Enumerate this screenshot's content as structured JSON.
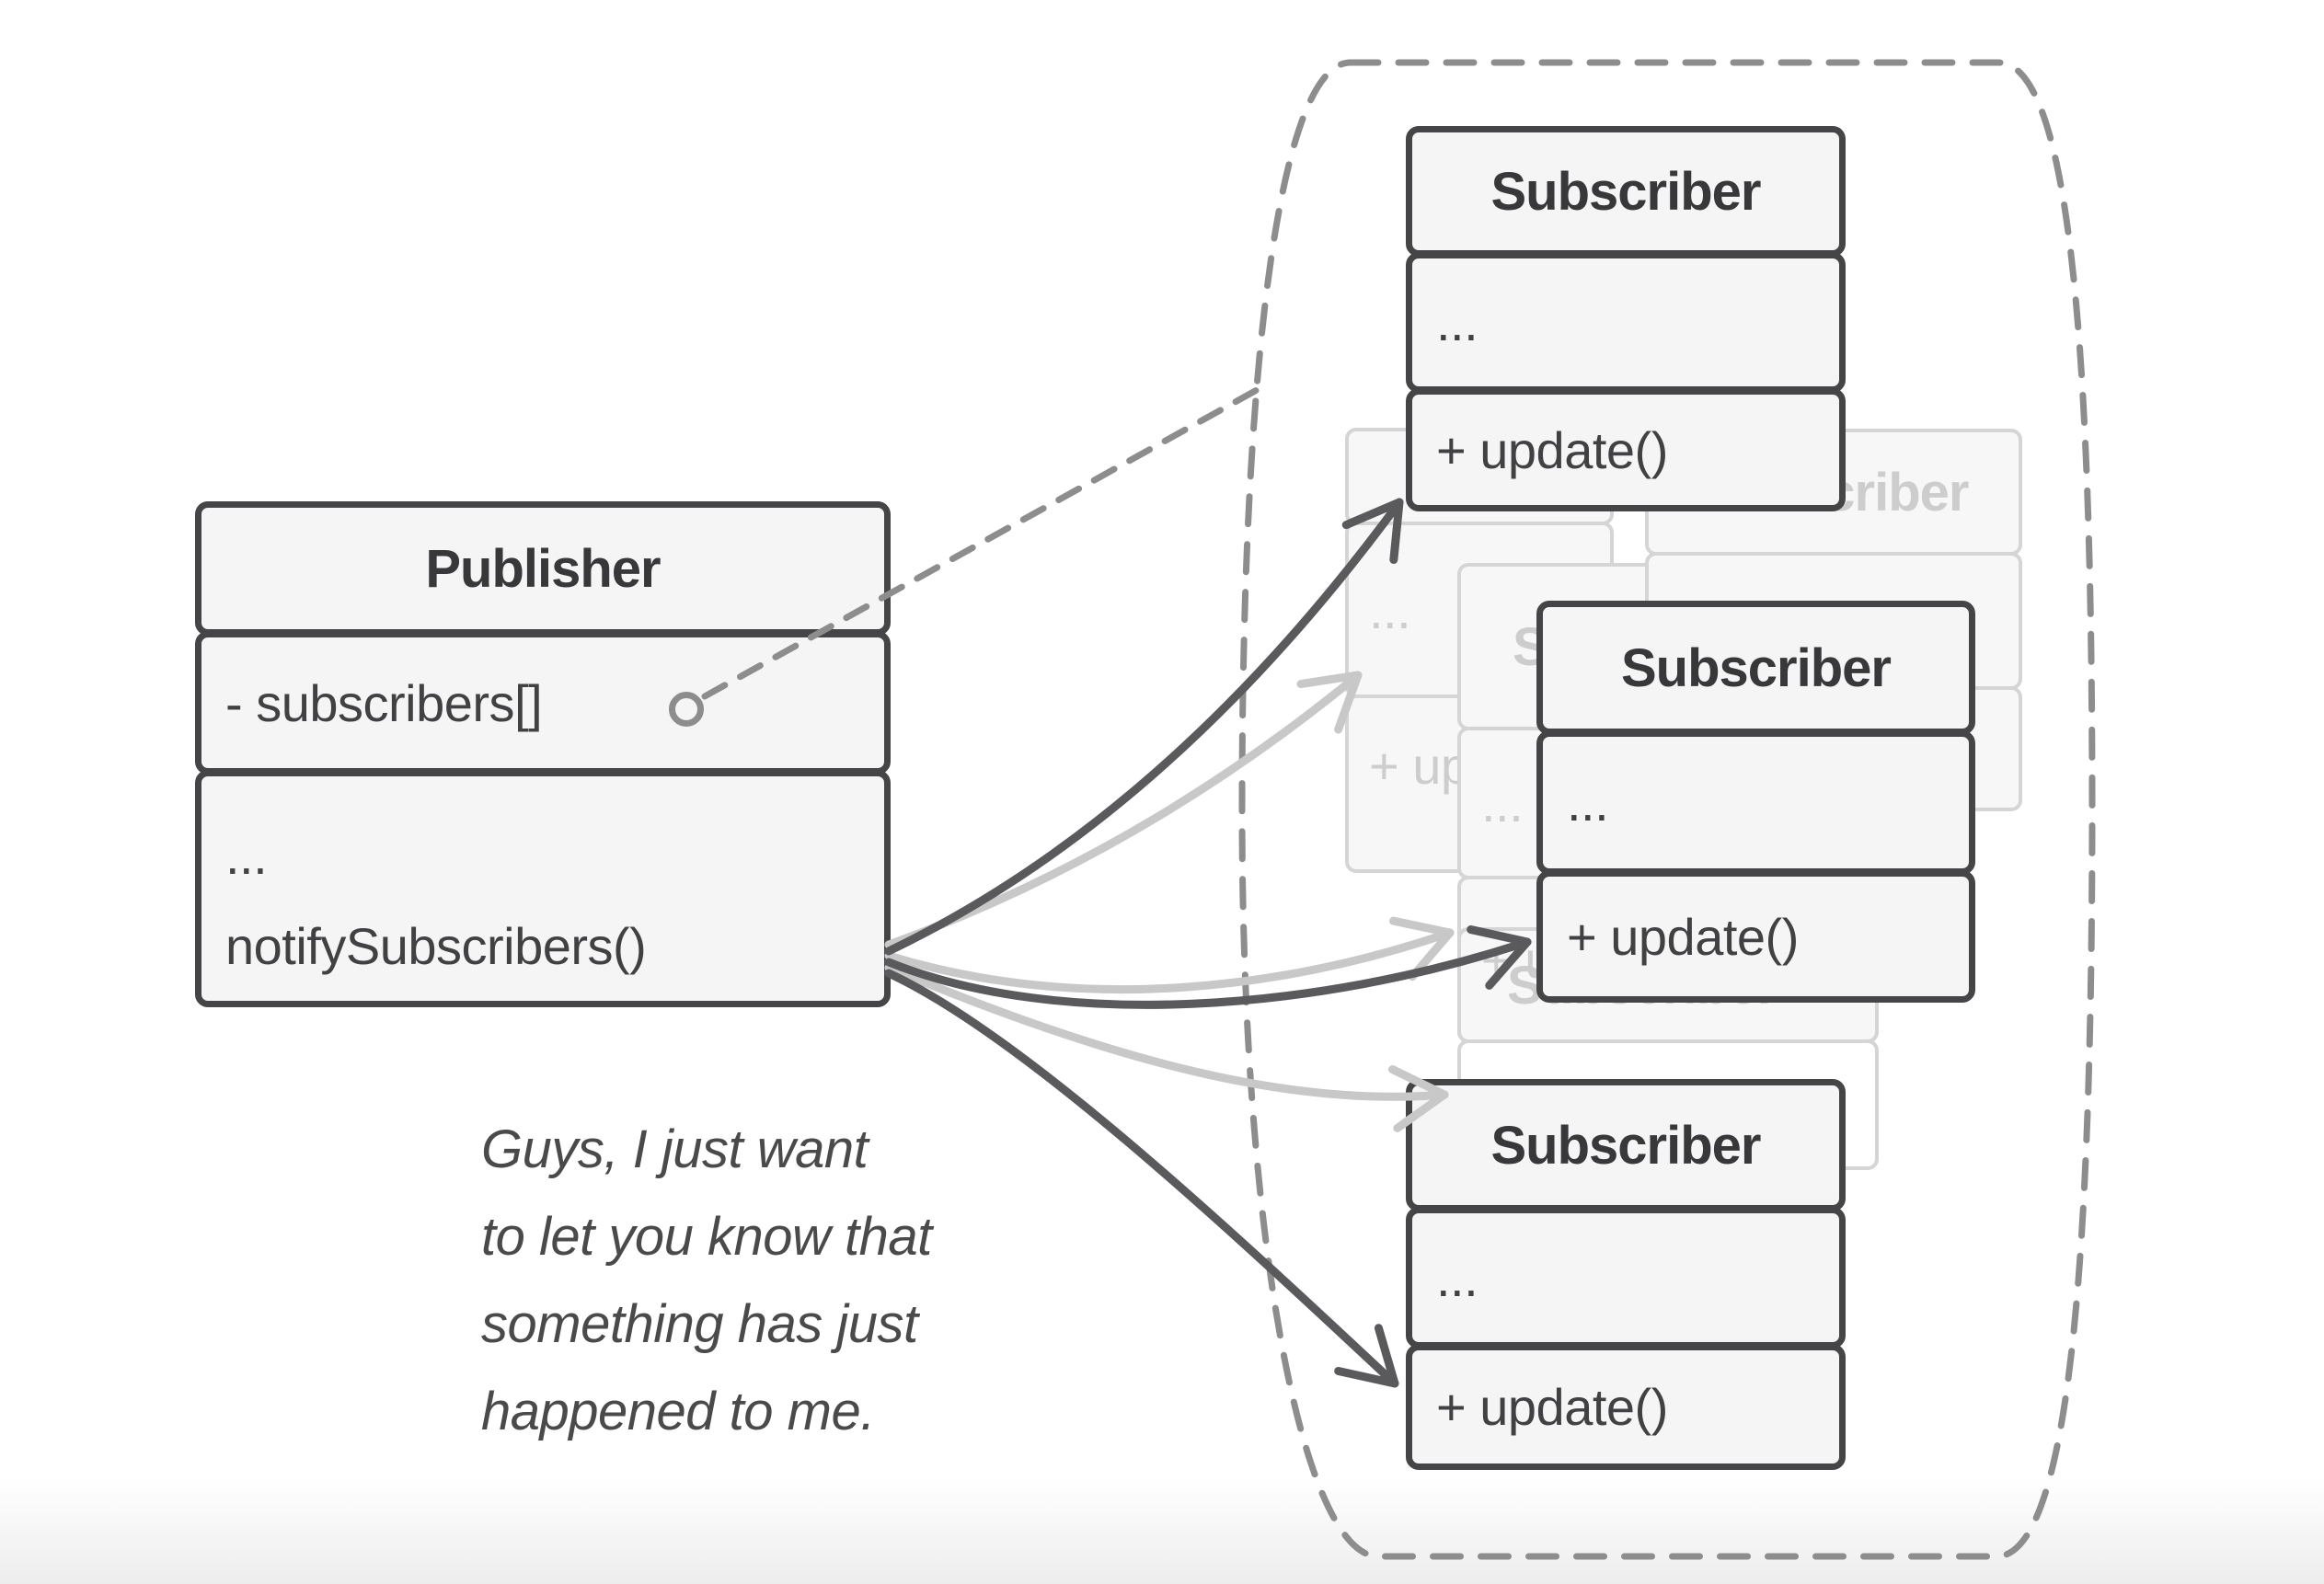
{
  "diagram": {
    "publisher": {
      "title": "Publisher",
      "attribute": "- subscribers[]",
      "method_line1": "...",
      "method_line2": "notifySubscribers()"
    },
    "subscribers": [
      {
        "title": "Subscriber",
        "field": "...",
        "method": "+ update()"
      },
      {
        "title": "Subscriber",
        "field": "...",
        "method": "+ update()"
      },
      {
        "title": "Subscriber",
        "field": "...",
        "method": "+ update()"
      }
    ],
    "ghosts": {
      "a": {
        "title": "Subscriber"
      },
      "b": {
        "field": "...",
        "method": "+ update()"
      },
      "c": {
        "title": "Subscriber",
        "field": "...",
        "method": "+ update()"
      },
      "e": {
        "title": "Subscriber"
      }
    },
    "speech_lines": [
      "Guys, I just want",
      "to let you know that",
      "something has just",
      "happened to me."
    ]
  },
  "colors": {
    "bg": "#ffffff",
    "line": "#454548",
    "fill": "#f5f5f5",
    "title": "#38383a",
    "text": "#414144",
    "ghost-line": "#d5d5d5",
    "ghost-text": "#cdcdcd",
    "ghost-fill": "#f7f7f7",
    "dash": "#8d8d8d",
    "arrow-dark": "#5a5a5c",
    "arrow-light": "#c8c8c8",
    "speech": "#4a4a4a",
    "fade": "#ededed"
  }
}
